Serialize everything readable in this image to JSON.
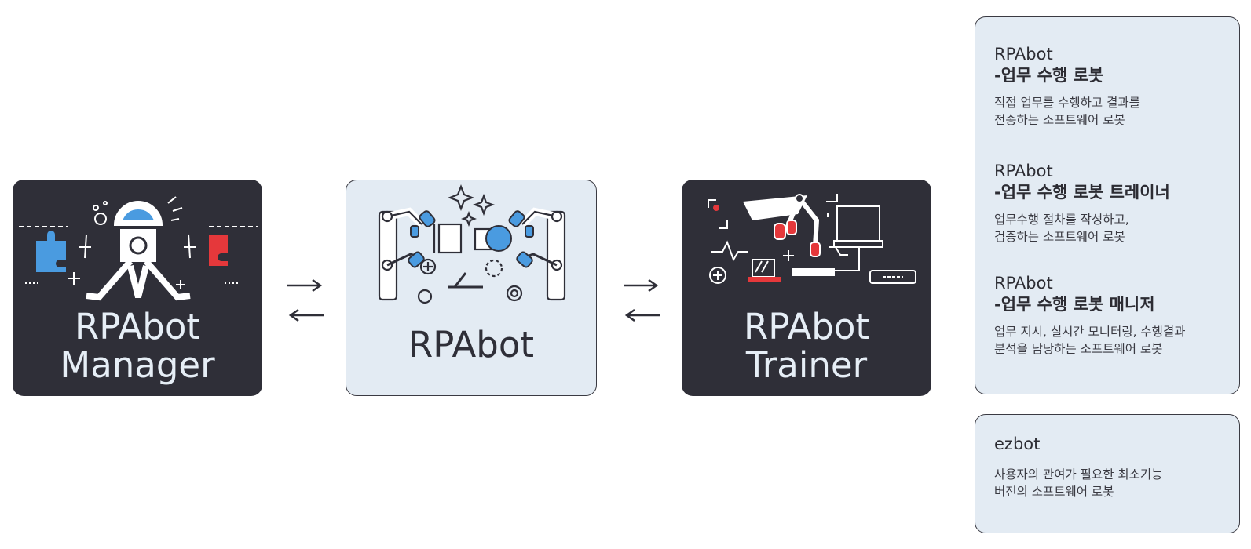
{
  "tiles": {
    "manager": {
      "line1": "RPAbot",
      "line2": "Manager"
    },
    "center": {
      "label": "RPAbot"
    },
    "trainer": {
      "line1": "RPAbot",
      "line2": "Trainer"
    }
  },
  "panel": {
    "sections": [
      {
        "title": "RPAbot",
        "subtitle": "-업무 수행 로봇",
        "desc1": "직접 업무를 수행하고 결과를",
        "desc2": "전송하는 소프트웨어 로봇"
      },
      {
        "title": "RPAbot",
        "subtitle": "-업무 수행 로봇 트레이너",
        "desc1": "업무수행 절차를 작성하고,",
        "desc2": "검증하는 소프트웨어 로봇"
      },
      {
        "title": "RPAbot",
        "subtitle": "-업무 수행 로봇 매니저",
        "desc1": "업무 지시, 실시간 모니터링, 수행결과",
        "desc2": "분석을 담당하는 소프트웨어 로봇"
      }
    ]
  },
  "ezbot": {
    "title": "ezbot",
    "desc1": "사용자의 관여가 필요한 최소기능",
    "desc2": "버전의 소프트웨어 로봇"
  },
  "colors": {
    "dark_tile": "#2f2f38",
    "light_tile": "#e3ebf3",
    "blue_accent": "#4a9be0",
    "red_accent": "#e5383b"
  },
  "icons": [
    "robot-arms-puzzle-icon",
    "robot-arms-lightbulb-icon",
    "robot-arm-monitor-icon",
    "arrow-right-icon",
    "arrow-left-icon"
  ]
}
